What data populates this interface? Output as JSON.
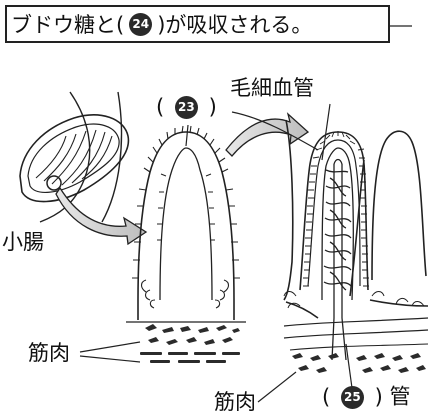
{
  "title": {
    "before": "ブドウ糖と(",
    "blank": "24",
    "after": ")が吸収される。"
  },
  "labels": {
    "capillary": "毛細血管",
    "small_intestine": "小腸",
    "muscle_left": "筋肉",
    "muscle_bottom": "筋肉",
    "vessel_suffix": "管"
  },
  "blanks": {
    "b23": "23",
    "b25": "25"
  },
  "paren_open": "(",
  "paren_close": ")"
}
